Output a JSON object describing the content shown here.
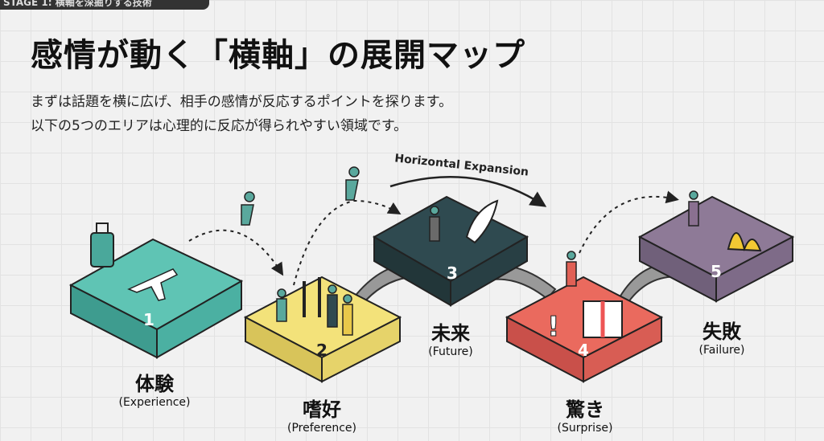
{
  "header": {
    "stage_tab": "STAGE 1: 横軸を深掘りする技術",
    "title": "感情が動く「横軸」の展開マップ",
    "subtitle_lines": [
      "まずは話題を横に広げ、相手の感情が反応するポイントを探ります。",
      "以下の5つのエリアは心理的に反応が得られやすい領域です。"
    ]
  },
  "arrow_label": "Horizontal Expansion",
  "areas": [
    {
      "number": "1",
      "jp": "体験",
      "en": "(Experience)",
      "color": "#5fc4b4",
      "icon": "airplane-suitcase-icon"
    },
    {
      "number": "2",
      "jp": "嗜好",
      "en": "(Preference)",
      "color": "#f3e27a",
      "icon": "fork-knife-icon"
    },
    {
      "number": "3",
      "jp": "未来",
      "en": "(Future)",
      "color": "#2f4a50",
      "icon": "rocket-icon"
    },
    {
      "number": "4",
      "jp": "驚き",
      "en": "(Surprise)",
      "color": "#ea6a5e",
      "icon": "gift-box-icon"
    },
    {
      "number": "5",
      "jp": "失敗",
      "en": "(Failure)",
      "color": "#8e7a97",
      "icon": "banana-peel-icon"
    }
  ]
}
